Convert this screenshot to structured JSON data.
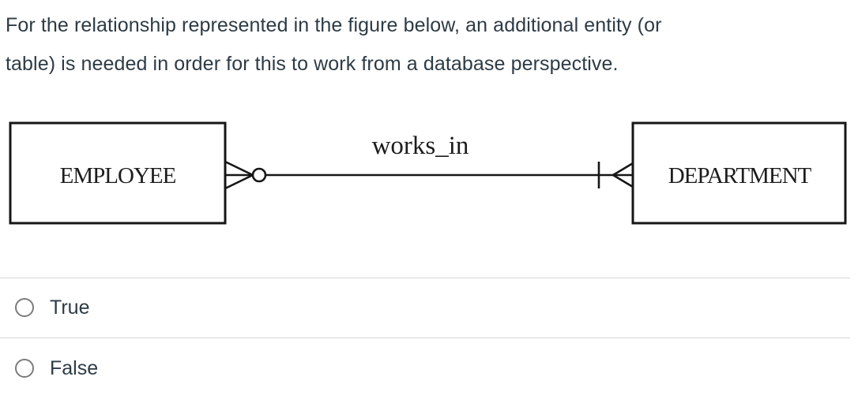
{
  "question": {
    "lines": [
      "For the relationship represented in the figure below, an additional entity (or",
      "table) is needed in order for this to work from a database perspective."
    ],
    "full_text": "For the relationship represented in the figure below, an additional entity (or table) is needed in order for this to work from a database perspective."
  },
  "diagram": {
    "entities": [
      {
        "name": "EMPLOYEE"
      },
      {
        "name": "DEPARTMENT"
      }
    ],
    "relationship": {
      "label": "works_in",
      "employee_side_symbol": "zero-or-many-crow-foot",
      "department_side_symbol": "one-or-many-crow-foot"
    }
  },
  "options": [
    {
      "label": "True",
      "selected": false
    },
    {
      "label": "False",
      "selected": false
    }
  ],
  "colors": {
    "question_text": "#2d3b45",
    "diagram_stroke": "#161616",
    "divider": "#d7d7d7",
    "radio_border": "#7b7b7b"
  }
}
